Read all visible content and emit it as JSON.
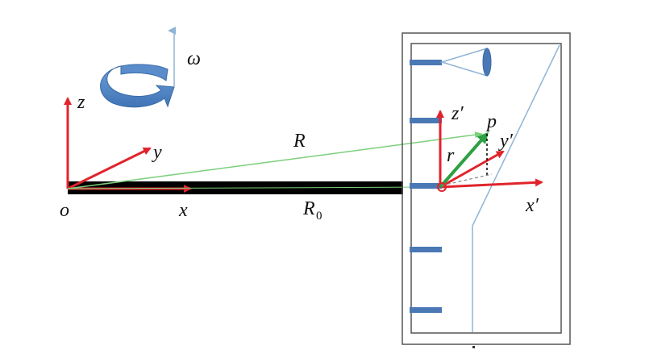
{
  "labels": {
    "omega": "ω",
    "z": "z",
    "y": "y",
    "x": "x",
    "o": "o",
    "R": "R",
    "R0_main": "R",
    "R0_sub": "0",
    "z_prime": "z′",
    "y_prime": "y′",
    "x_prime": "x′",
    "p": "p",
    "r": "r"
  },
  "colors": {
    "axis_red": "#e0242c",
    "vector_green": "#2ea043",
    "thin_green": "#7ccf7c",
    "arm_black": "#000000",
    "frame_gray": "#555555",
    "sensor_blue": "#4a78b4",
    "slope_blue": "#8fb4d6",
    "rotation_arrow_blue": "#4f86c6"
  }
}
